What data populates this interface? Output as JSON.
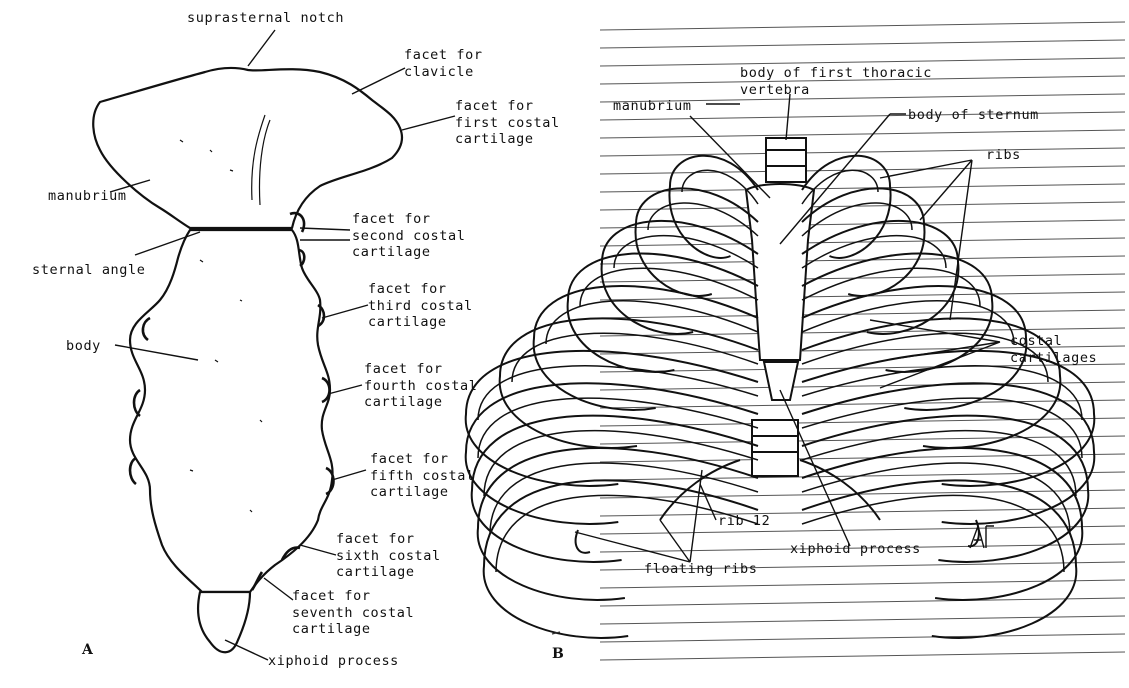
{
  "figure": {
    "panel_a": {
      "panel_label": "A",
      "labels": {
        "suprasternal_notch": "suprasternal notch",
        "facet_clavicle": "facet for\nclavicle",
        "facet_first": "facet for\nfirst costal\ncartilage",
        "manubrium": "manubrium",
        "facet_second": "facet for\nsecond costal\ncartilage",
        "sternal_angle": "sternal angle",
        "facet_third": "facet for\nthird costal\ncartilage",
        "body": "body",
        "facet_fourth": "facet for\nfourth costal\ncartilage",
        "facet_fifth": "facet for\nfifth costal\ncartilage",
        "facet_sixth": "facet for\nsixth costal\ncartilage",
        "facet_seventh": "facet for\nseventh costal\ncartilage",
        "xiphoid_process": "xiphoid process"
      }
    },
    "panel_b": {
      "panel_label": "B",
      "labels": {
        "body_first_thoracic": "body of first thoracic\nvertebra",
        "manubrium": "manubrium",
        "body_of_sternum": "body of sternum",
        "ribs": "ribs",
        "costal_cartilages": "costal\ncartilages",
        "rib_12": "rib 12",
        "xiphoid_process": "xiphoid process",
        "floating_ribs": "floating ribs"
      }
    }
  }
}
